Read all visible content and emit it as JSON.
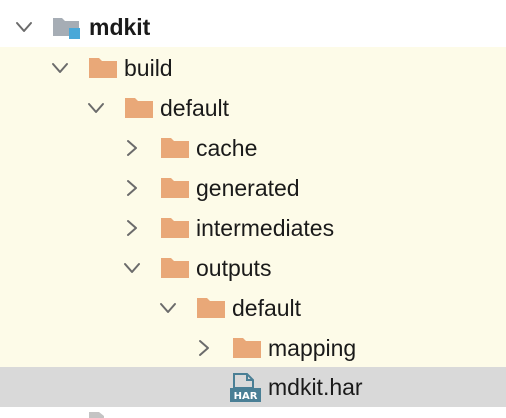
{
  "colors": {
    "highlight_band": "#fdfbe8",
    "selected_row": "#d9d9d9",
    "folder": "#e9a878",
    "module_folder": "#a6adb5",
    "module_badge": "#4aa8d8",
    "har_icon": "#4a7f95",
    "chevron": "#6b6b6b"
  },
  "tree": {
    "root": {
      "label": "mdkit",
      "icon": "module-folder-icon",
      "expanded": true
    },
    "build": {
      "label": "build",
      "icon": "folder-icon",
      "expanded": true
    },
    "build_default": {
      "label": "default",
      "icon": "folder-icon",
      "expanded": true
    },
    "cache": {
      "label": "cache",
      "icon": "folder-icon",
      "expanded": false
    },
    "generated": {
      "label": "generated",
      "icon": "folder-icon",
      "expanded": false
    },
    "intermediates": {
      "label": "intermediates",
      "icon": "folder-icon",
      "expanded": false
    },
    "outputs": {
      "label": "outputs",
      "icon": "folder-icon",
      "expanded": true
    },
    "outputs_default": {
      "label": "default",
      "icon": "folder-icon",
      "expanded": true
    },
    "mapping": {
      "label": "mapping",
      "icon": "folder-icon",
      "expanded": false
    },
    "har_file": {
      "label": "mdkit.har",
      "icon": "har-file-icon",
      "icon_text": "HAR",
      "selected": true
    }
  }
}
